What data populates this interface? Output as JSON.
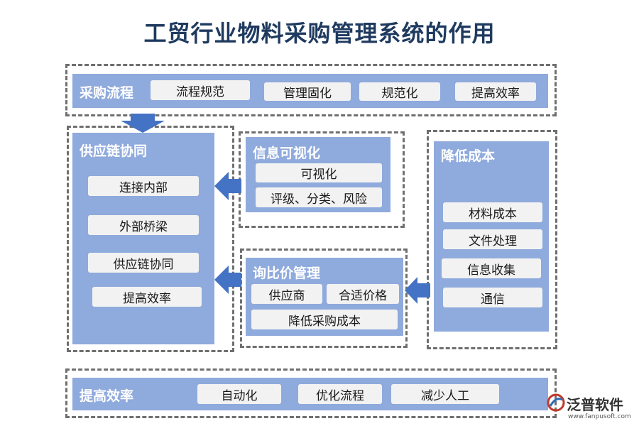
{
  "title": "工贸行业物料采购管理系统的作用",
  "procurement": {
    "title": "采购流程",
    "items": [
      "流程规范",
      "管理固化",
      "规范化",
      "提高效率"
    ]
  },
  "supply_chain": {
    "title": "供应链协同",
    "items": [
      "连接内部",
      "外部桥梁",
      "供应链协同",
      "提高效率"
    ]
  },
  "info_visual": {
    "title": "信息可视化",
    "items": [
      "可视化",
      "评级、分类、风险"
    ]
  },
  "inquiry": {
    "title": "询比价管理",
    "items": [
      "供应商",
      "合适价格",
      "降低采购成本"
    ]
  },
  "cost": {
    "title": "降低成本",
    "items": [
      "材料成本",
      "文件处理",
      "信息收集",
      "通信"
    ]
  },
  "efficiency": {
    "title": "提高效率",
    "items": [
      "自动化",
      "优化流程",
      "减少人工"
    ]
  },
  "logo": {
    "name": "泛普软件",
    "url": "www.fanpusoft.com",
    "icon": "fanpu-logo-icon"
  },
  "colors": {
    "panel": "#8faadc",
    "arrow": "#4472c4",
    "title": "#1f3a5f",
    "chip": "#f2f2f2"
  }
}
